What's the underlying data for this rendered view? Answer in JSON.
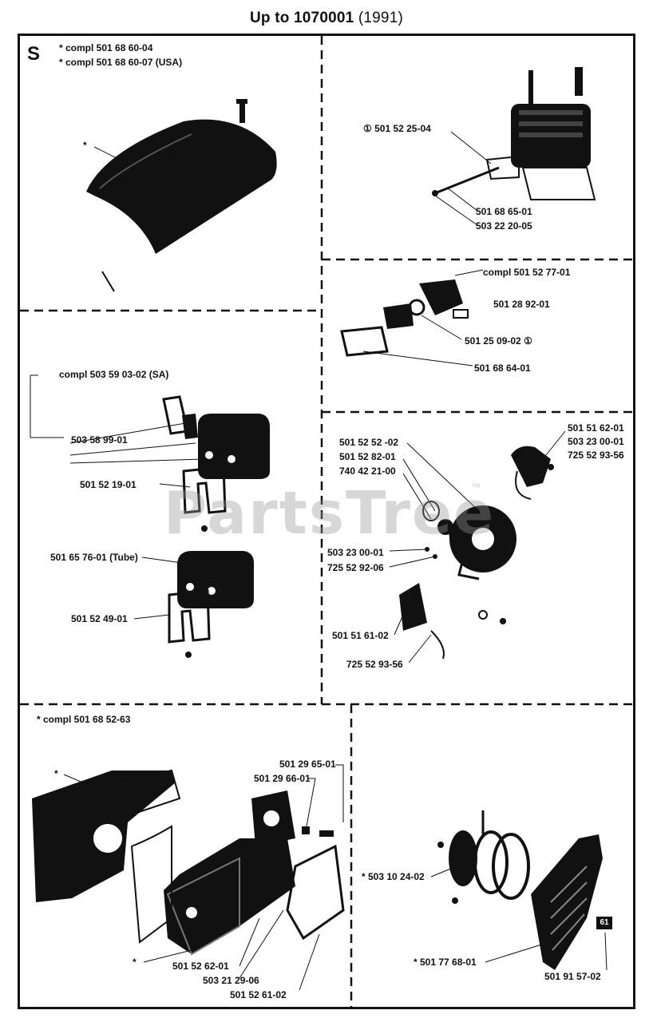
{
  "header": {
    "title_bold": "Up to 1070001",
    "title_year": "(1991)"
  },
  "section_letter": "S",
  "watermark": {
    "text": "PartsTree",
    "tm": "™"
  },
  "labels": {
    "cover1": "*  compl 501 68 60-04",
    "cover2": "*  compl 501 68 60-07 (USA)",
    "cover_star": "*",
    "cyl1": "①    501 52 25-04",
    "cyl2": "501 68 65-01",
    "cyl3": "503 22 20-05",
    "carb1": "compl 501 52 77-01",
    "carb2": "501 28 92-01",
    "carb3": "501 25 09-02   ①",
    "carb4": "501 68 64-01",
    "muf1": "compl 503 59 03-02 (SA)",
    "muf2": "503 58 99-01",
    "muf3": "501 52 19-01",
    "muf4": "501 65 76-01 (Tube)",
    "muf5": "501 52 49-01",
    "ign1": "501 52 52 -02",
    "ign2": "501 52 82-01",
    "ign3": "740 42 21-00",
    "ign4": "501 51 62-01",
    "ign5": "503 23 00-01",
    "ign6": "725 52 93-56",
    "ign7": "503 23 00-01",
    "ign8": "725 52 92-06",
    "ign9": "501 51 61-02",
    "ign10": "725 52 93-56",
    "crank1": "*  compl 501 68 52-63",
    "crank2": "501 29 65-01",
    "crank3": "501 29 66-01",
    "crank4": "501 52 62-01",
    "crank5": "503 21 29-06",
    "crank6": "501 52 61-02",
    "crank_star1": "*",
    "crank_star2": "*",
    "start1": "*  503 10 24-02",
    "start2": "*  501 77 68-01",
    "start3": "501 91 57-02",
    "badge": "61"
  }
}
